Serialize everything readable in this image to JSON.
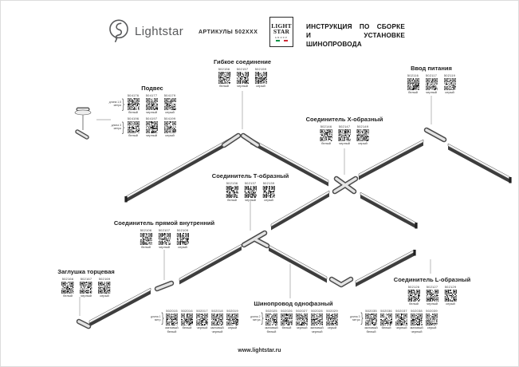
{
  "header": {
    "brand": "Lightstar",
    "articles_label": "АРТИКУЛЫ 502XXX",
    "logo_box": {
      "line1": "LIGHT",
      "line2": "STAR",
      "line3": "GROUP"
    },
    "title_line1": "ИНСТРУКЦИЯ ПО СБОРКЕ",
    "title_line2": "И УСТАНОВКЕ ШИНОПРОВОДА"
  },
  "colors": {
    "flag_green": "#009246",
    "flag_white": "#ffffff",
    "flag_red": "#ce2b37",
    "brand_gray": "#58595b",
    "rail_dark": "#3d3d3d",
    "text": "#222222"
  },
  "sections": {
    "flexible": {
      "title": "Гибкое соединение",
      "items": [
        {
          "code": "502156",
          "color": "белый"
        },
        {
          "code": "502157",
          "color": "черный"
        },
        {
          "code": "502159",
          "color": "серый"
        }
      ]
    },
    "podves": {
      "title": "Подвес",
      "rows": [
        {
          "length_label": "длина 1,5 метра",
          "items": [
            {
              "code": "504176",
              "color": "белый"
            },
            {
              "code": "504177",
              "color": "черный"
            },
            {
              "code": "504179",
              "color": "серый"
            }
          ]
        },
        {
          "length_label": "длина 3 метра",
          "items": [
            {
              "code": "504196",
              "color": "белый"
            },
            {
              "code": "504197",
              "color": "черный"
            },
            {
              "code": "504199",
              "color": "серый"
            }
          ]
        }
      ]
    },
    "power": {
      "title": "Ввод питания",
      "items": [
        {
          "code": "502116",
          "color": "белый"
        },
        {
          "code": "502117",
          "color": "черный"
        },
        {
          "code": "502119",
          "color": "серый"
        }
      ]
    },
    "xconn": {
      "title": "Соединитель Х-образный",
      "items": [
        {
          "code": "502146",
          "color": "белый"
        },
        {
          "code": "502147",
          "color": "черный"
        },
        {
          "code": "502149",
          "color": "серый"
        }
      ]
    },
    "tconn": {
      "title": "Соединитель Т-образный",
      "items": [
        {
          "code": "502136",
          "color": "белый"
        },
        {
          "code": "502137",
          "color": "черный"
        },
        {
          "code": "502139",
          "color": "серый"
        }
      ]
    },
    "straight": {
      "title": "Соединитель прямой внутренний",
      "items": [
        {
          "code": "502106",
          "color": "белый"
        },
        {
          "code": "502107",
          "color": "черный"
        },
        {
          "code": "502109",
          "color": "серый"
        }
      ]
    },
    "endcap": {
      "title": "Заглушка торцевая",
      "items": [
        {
          "code": "502166",
          "color": "белый"
        },
        {
          "code": "502167",
          "color": "черный"
        },
        {
          "code": "502169",
          "color": "серый"
        }
      ]
    },
    "lconn": {
      "title": "Соединитель L-образный",
      "items": [
        {
          "code": "502126",
          "color": "белый"
        },
        {
          "code": "502127",
          "color": "черный"
        },
        {
          "code": "502129",
          "color": "серый"
        }
      ]
    },
    "track": {
      "title": "Шинопровод однофазный",
      "groups": [
        {
          "length_label": "длина 1 метр",
          "items": [
            {
              "code": "502015",
              "color": "матовый белый"
            },
            {
              "code": "502016",
              "color": "белый"
            },
            {
              "code": "502017",
              "color": "черный"
            },
            {
              "code": "502018",
              "color": "матовый черный"
            },
            {
              "code": "502019",
              "color": "серый"
            }
          ]
        },
        {
          "length_label": "длина 2 метра",
          "items": [
            {
              "code": "502025",
              "color": "матовый белый"
            },
            {
              "code": "502026",
              "color": "белый"
            },
            {
              "code": "502027",
              "color": "черный"
            },
            {
              "code": "502028",
              "color": "матовый черный"
            },
            {
              "code": "502029",
              "color": "серый"
            }
          ]
        },
        {
          "length_label": "длина 3 метра",
          "items": [
            {
              "code": "502035",
              "color": "матовый белый"
            },
            {
              "code": "502036",
              "color": "белый"
            },
            {
              "code": "502037",
              "color": "черный"
            },
            {
              "code": "502038",
              "color": "матовый черный"
            },
            {
              "code": "502039",
              "color": "серый"
            }
          ]
        }
      ]
    }
  },
  "footer": {
    "url": "www.lightstar.ru"
  }
}
